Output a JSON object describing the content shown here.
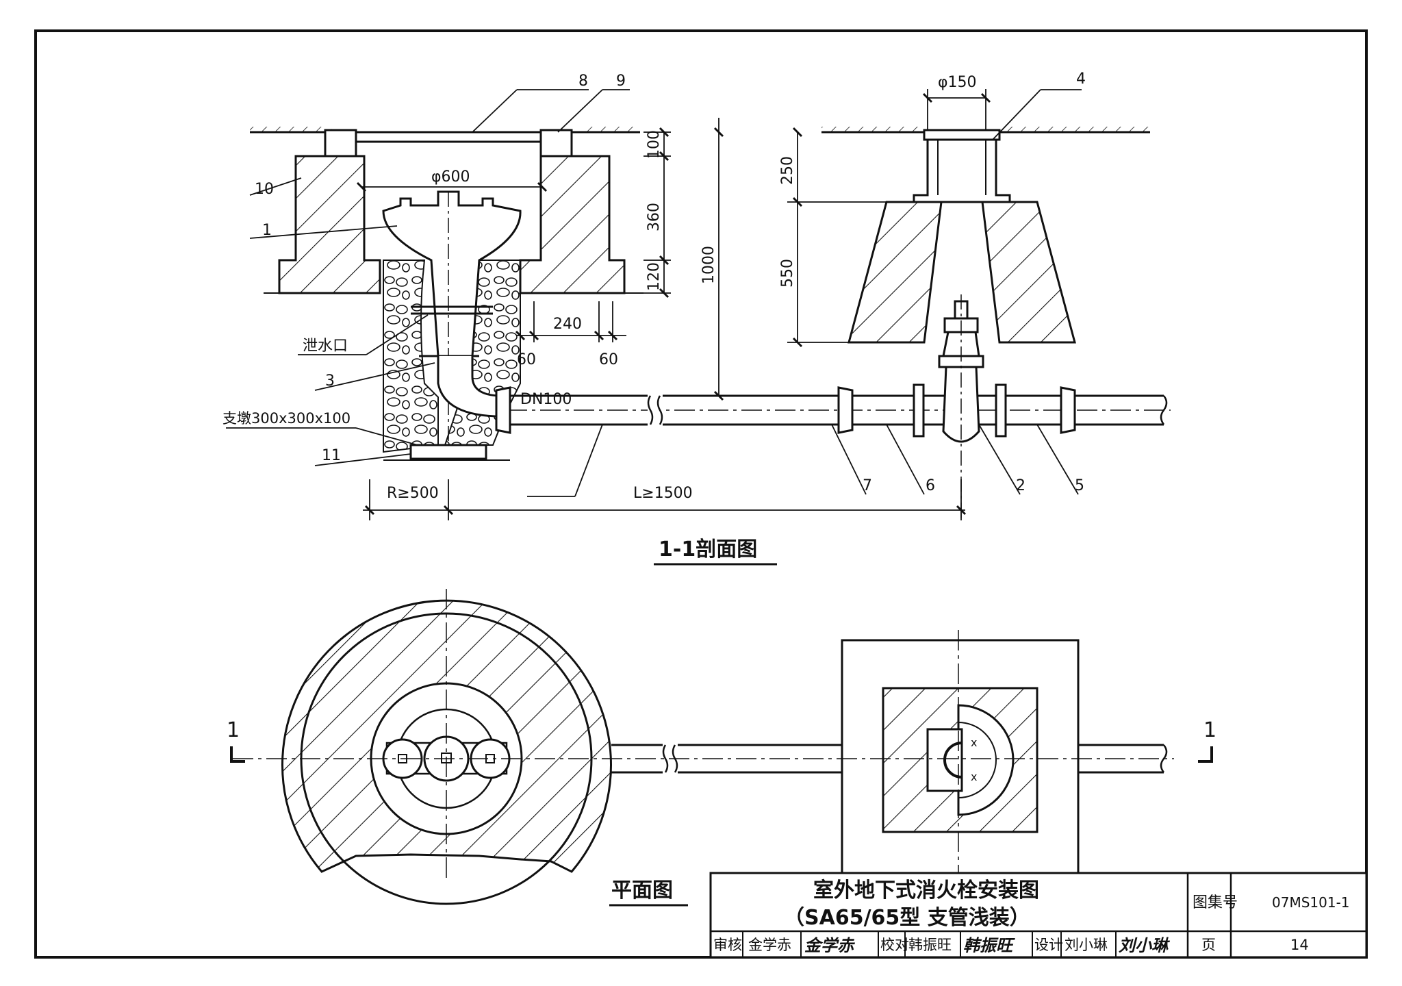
{
  "section_view": {
    "title": "1-1剖面图",
    "callouts": [
      "8",
      "9",
      "10",
      "1",
      "泄水口",
      "3",
      "支墩300x300x100",
      "11",
      "4",
      "7",
      "6",
      "2",
      "5"
    ],
    "dimensions": {
      "cover_dia": "φ600",
      "small_dia": "φ150",
      "h100": "100",
      "h360": "360",
      "h120": "120",
      "h1000": "1000",
      "h250": "250",
      "h550": "550",
      "w240": "240",
      "w60a": "60",
      "w60b": "60",
      "pipe": "DN100",
      "radius": "R≥500",
      "length": "L≥1500"
    }
  },
  "plan_view": {
    "title": "平面图",
    "section_mark_left": "1",
    "section_mark_right": "1"
  },
  "title_block": {
    "title_line1": "室外地下式消火栓安装图",
    "title_line2": "（SA65/65型 支管浅装）",
    "atlas_label": "图集号",
    "atlas_no": "07MS101-1",
    "review_label": "审核",
    "reviewer": "金学赤",
    "reviewer_sig": "金学赤",
    "check_label": "校对",
    "checker": "韩振旺",
    "checker_sig": "韩振旺",
    "design_label": "设计",
    "designer": "刘小琳",
    "designer_sig": "刘小琳",
    "page_label": "页",
    "page_no": "14"
  }
}
